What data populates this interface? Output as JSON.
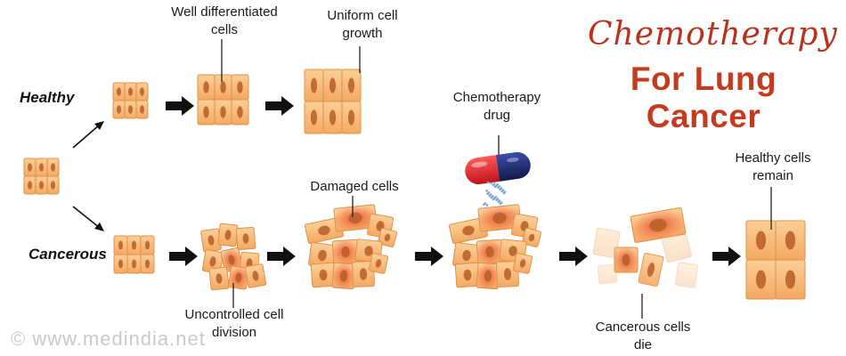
{
  "title": {
    "line1": "Chemotherapy",
    "line2": "For Lung Cancer"
  },
  "rows": {
    "healthy": "Healthy",
    "cancerous": "Cancerous"
  },
  "labels": {
    "well_differentiated": [
      "Well differentiated",
      "cells"
    ],
    "uniform_growth": [
      "Uniform cell",
      "growth"
    ],
    "chemo_drug": [
      "Chemotherapy",
      "drug"
    ],
    "damaged": "Damaged cells",
    "healthy_remain": [
      "Healthy cells",
      "remain"
    ],
    "uncontrolled": [
      "Uncontrolled cell",
      "division"
    ],
    "cancerous_die": [
      "Cancerous cells",
      "die"
    ]
  },
  "watermark": "©  www.medindia.net",
  "colors": {
    "title_red": "#c43b1f",
    "cell_fill": "#f6b673",
    "cell_edge": "#e0904a",
    "nucleus": "#b9632a",
    "damage_red": "#ec4a2e",
    "capsule_red": "#e01b24",
    "capsule_blue": "#1c2a6e"
  },
  "icons": [
    "capsule-icon",
    "arrow-icon"
  ]
}
